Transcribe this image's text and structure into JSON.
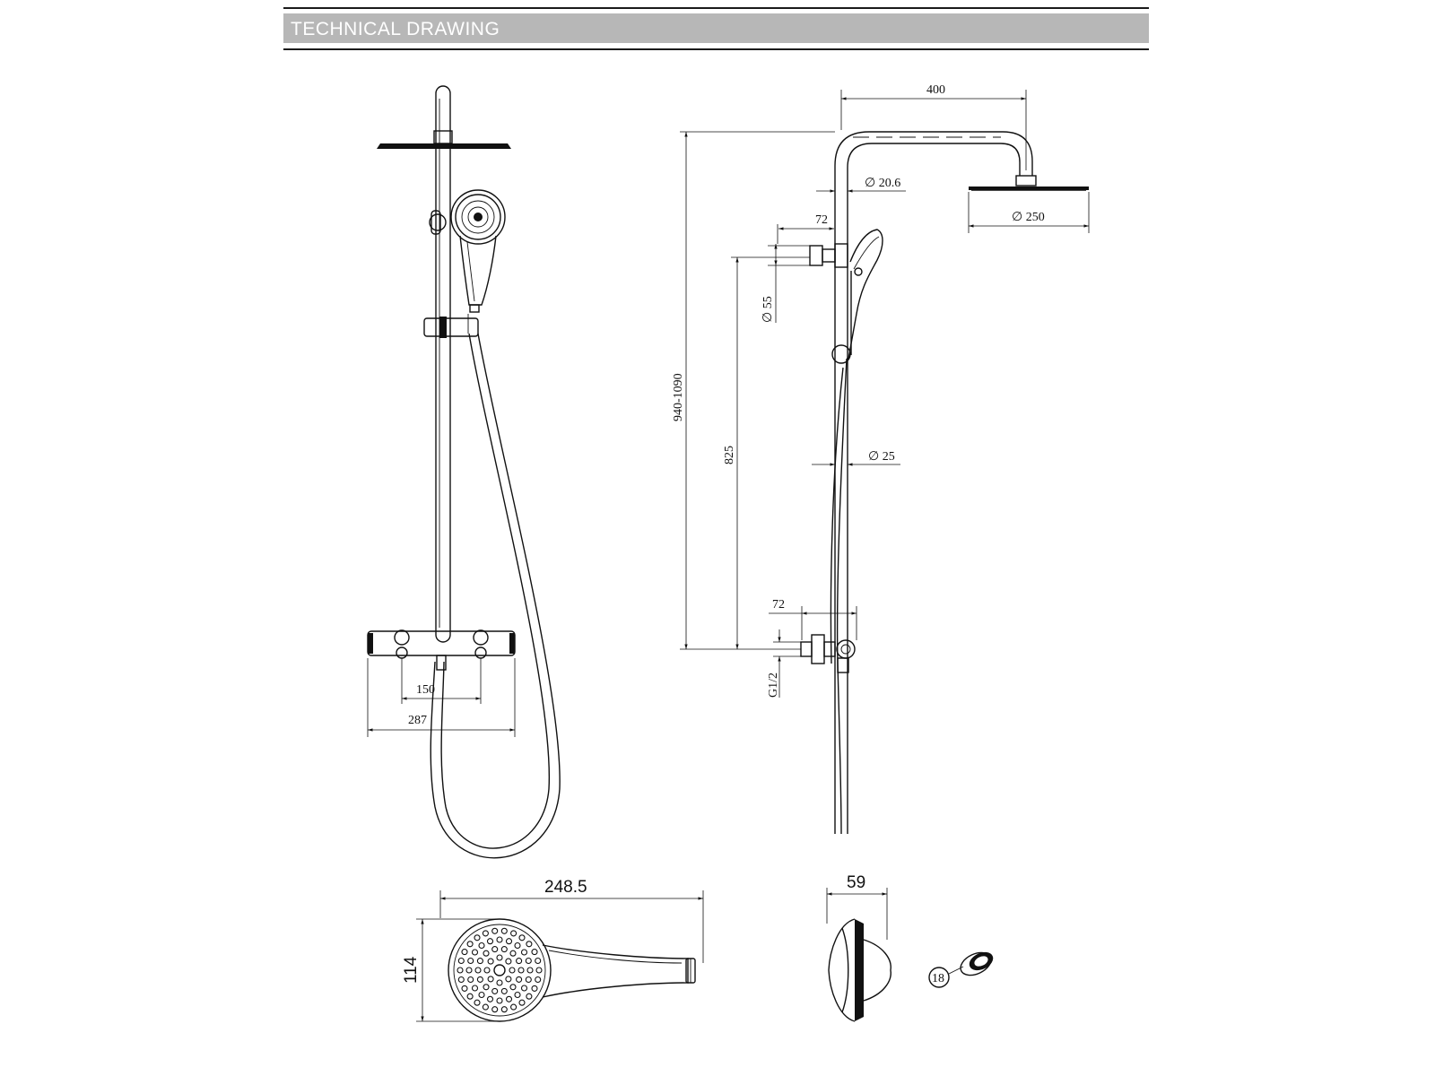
{
  "header": {
    "title": "TECHNICAL DRAWING"
  },
  "dimensions": {
    "front_valve_center": "150",
    "front_valve_width": "287",
    "side_arm_length": "400",
    "side_overhead_dia": "∅ 20.6",
    "side_head_dia": "∅ 250",
    "side_bracket_top_offset": "72",
    "side_bracket_dia": "∅ 55",
    "side_total_height": "940-1090",
    "side_lower_height": "825",
    "side_rail_dia": "∅ 25",
    "side_bracket_bottom_offset": "72",
    "side_thread": "G1/2",
    "handset_length": "248.5",
    "handset_width": "114",
    "handset_depth": "59",
    "part_number": "18"
  },
  "colors": {
    "header_bar": "#b7b7b7",
    "rules": "#1a1a1a",
    "lines": "#111111"
  }
}
